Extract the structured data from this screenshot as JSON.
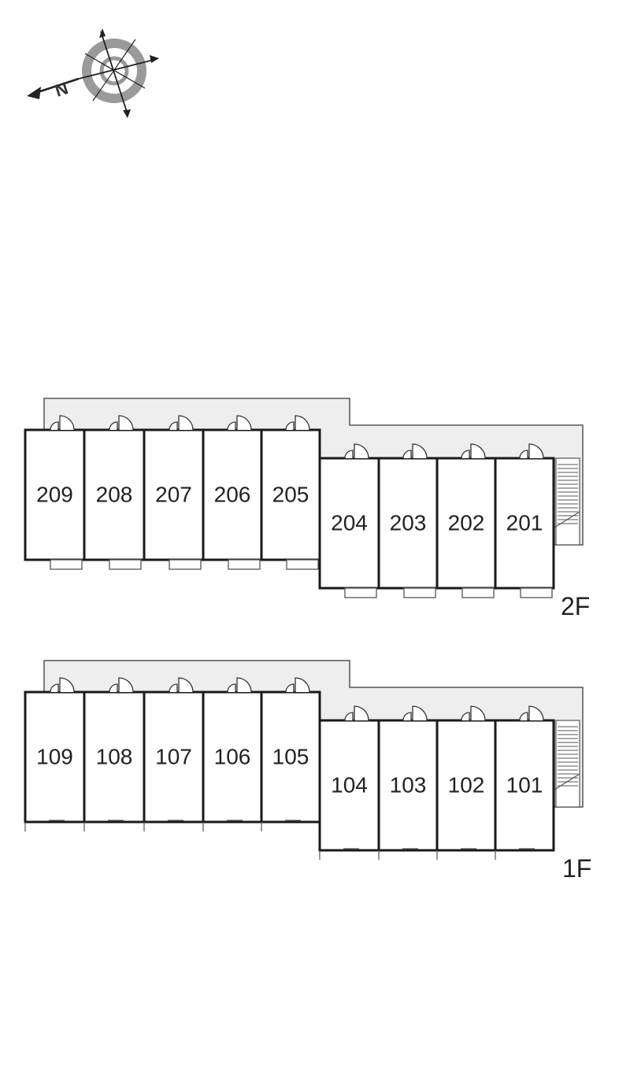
{
  "compass": {
    "north_label": "N",
    "icon": "compass-rose-icon"
  },
  "colors": {
    "wall": "#1a1a1a",
    "corridor_fill": "#eeeeee",
    "corridor_stroke": "#555555",
    "compass_ring": "#9a9a9a",
    "text": "#222222"
  },
  "floors": {
    "second": {
      "label": "2F",
      "units": [
        "209",
        "208",
        "207",
        "206",
        "205",
        "204",
        "203",
        "202",
        "201"
      ]
    },
    "first": {
      "label": "1F",
      "units": [
        "109",
        "108",
        "107",
        "106",
        "105",
        "104",
        "103",
        "102",
        "101"
      ]
    }
  }
}
